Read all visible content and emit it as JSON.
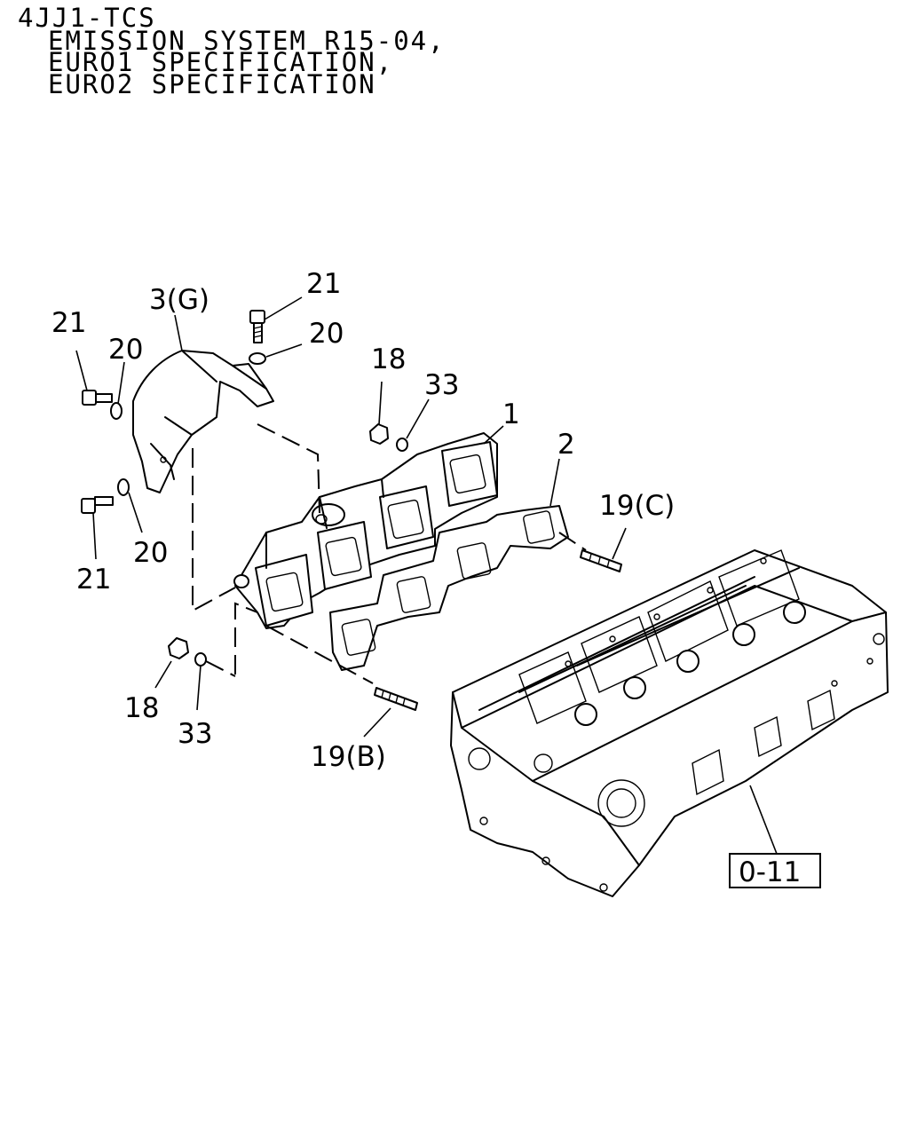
{
  "header": {
    "line1": "4JJ1-TCS",
    "line2": "EMISSION SYSTEM R15-04,",
    "line3": "EURO1 SPECIFICATION,",
    "line4": "EURO2 SPECIFICATION"
  },
  "callouts": {
    "p1": "1",
    "p2": "2",
    "p3": "3(G)",
    "p18a": "18",
    "p18b": "18",
    "p19b": "19(B)",
    "p19c": "19(C)",
    "p20a": "20",
    "p20b": "20",
    "p20c": "20",
    "p21a": "21",
    "p21b": "21",
    "p21c": "21",
    "p33a": "33",
    "p33b": "33"
  },
  "reference": {
    "label": "0-11"
  }
}
